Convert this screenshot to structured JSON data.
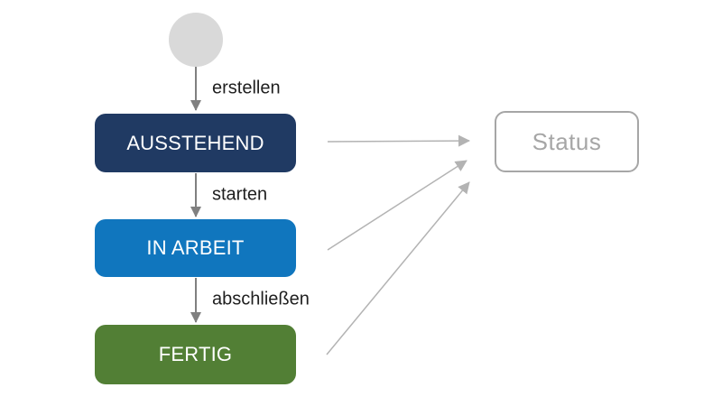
{
  "diagram": {
    "start_node": {
      "type": "initial-state"
    },
    "states": [
      {
        "id": "ausstehend",
        "label": "AUSSTEHEND",
        "color": "#203a63"
      },
      {
        "id": "in-arbeit",
        "label": "IN ARBEIT",
        "color": "#1076be"
      },
      {
        "id": "fertig",
        "label": "FERTIG",
        "color": "#527f35"
      }
    ],
    "transitions": [
      {
        "from": "start",
        "to": "ausstehend",
        "label": "erstellen"
      },
      {
        "from": "ausstehend",
        "to": "in-arbeit",
        "label": "starten"
      },
      {
        "from": "in-arbeit",
        "to": "fertig",
        "label": "abschließen"
      }
    ],
    "status_node": {
      "label": "Status"
    }
  },
  "colors": {
    "background": "#ffffff",
    "start-fill": "#d9d9d9",
    "arrow-dark": "#808080",
    "arrow-light": "#b3b3b3",
    "status-gray": "#a6a6a6",
    "label-text": "#1f1f1f",
    "state-text": "#ffffff"
  }
}
